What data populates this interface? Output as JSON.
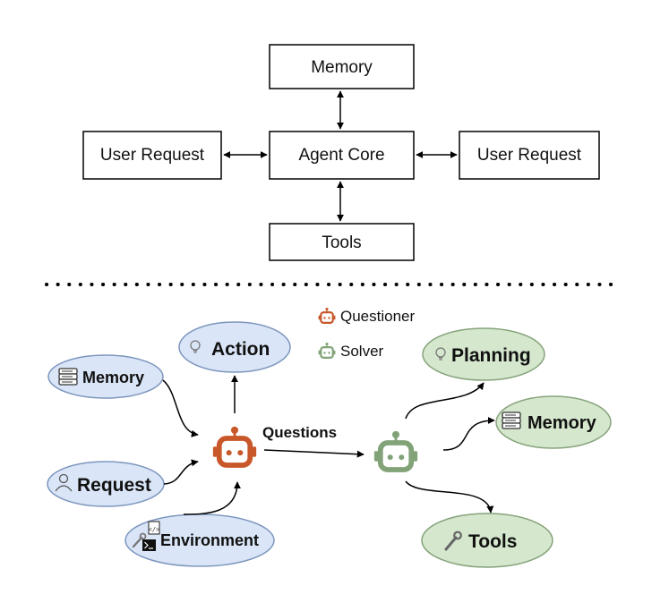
{
  "top_diagram": {
    "memory": "Memory",
    "user_request_left": "User Request",
    "agent_core": "Agent Core",
    "user_request_right": "User Request",
    "tools": "Tools"
  },
  "legend": {
    "questioner": "Questioner",
    "solver": "Solver"
  },
  "questioner_inputs": {
    "memory": "Memory",
    "request": "Request",
    "environment": "Environment"
  },
  "questioner_output": {
    "action": "Action"
  },
  "edge_label": "Questions",
  "solver_outputs": {
    "planning": "Planning",
    "memory": "Memory",
    "tools": "Tools"
  },
  "colors": {
    "questioner": "#c8572a",
    "solver": "#82a378",
    "blue_fill": "#dae6f8",
    "blue_stroke": "#7e96bd",
    "green_fill": "#d5e7cd",
    "green_stroke": "#86a37b"
  },
  "icons": [
    "bot-icon",
    "lightbulb-icon",
    "server-icon",
    "user-icon",
    "wrench-icon",
    "code-icon",
    "terminal-icon"
  ]
}
